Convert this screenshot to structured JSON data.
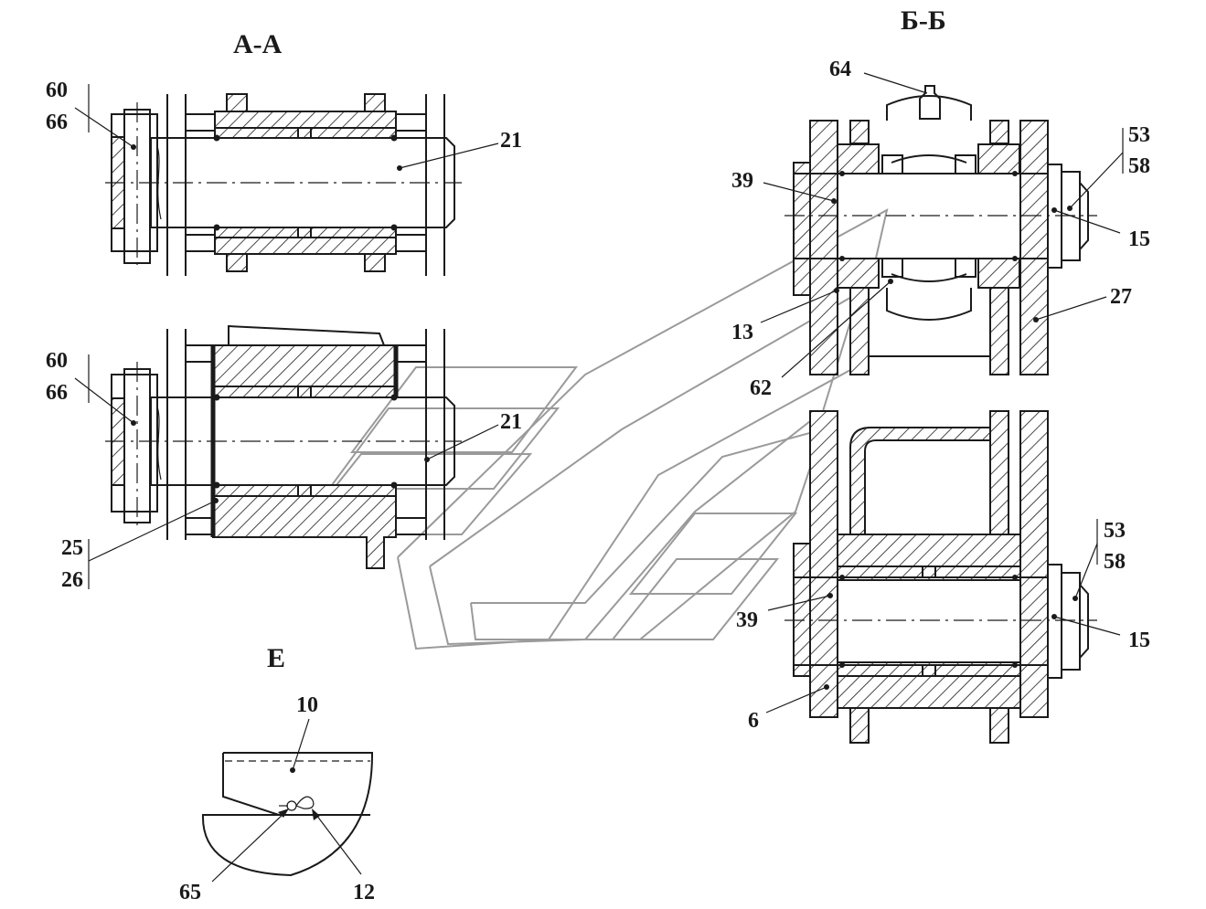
{
  "views": {
    "aa": {
      "title": "А-А"
    },
    "bb": {
      "title": "Б-Б"
    },
    "e": {
      "title": "Е"
    }
  },
  "callouts": {
    "aa_top": {
      "p60": "60",
      "p66": "66",
      "p21": "21"
    },
    "aa_bottom": {
      "p60": "60",
      "p66": "66",
      "p21": "21",
      "p25": "25",
      "p26": "26"
    },
    "bb_top": {
      "p64": "64",
      "p39": "39",
      "p53": "53",
      "p58": "58",
      "p15": "15",
      "p27": "27",
      "p13": "13",
      "p62": "62"
    },
    "bb_bottom": {
      "p53": "53",
      "p58": "58",
      "p39": "39",
      "p15": "15",
      "p6": "6"
    },
    "e": {
      "p10": "10",
      "p65": "65",
      "p12": "12"
    }
  }
}
